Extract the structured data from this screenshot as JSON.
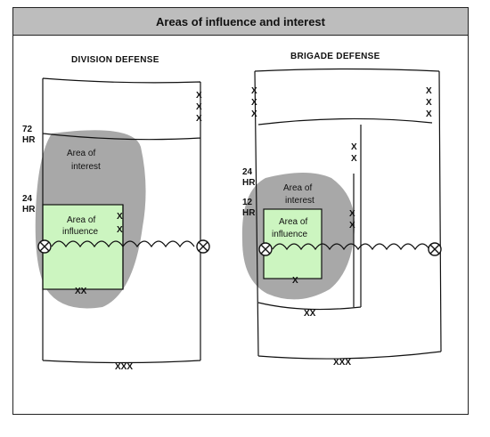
{
  "title": "Areas of influence and interest",
  "division": {
    "header": "DIVISION DEFENSE",
    "time_72": "72",
    "time_72_unit": "HR",
    "time_24": "24",
    "time_24_unit": "HR",
    "interest_line1": "Area of",
    "interest_line2": "interest",
    "influence_line1": "Area of",
    "influence_line2": "influence",
    "boundary_corps": "XXX",
    "boundary_div": "XX",
    "boundary_right": "X\nX\nX",
    "boundary_inner": "X\nX"
  },
  "brigade": {
    "header": "BRIGADE DEFENSE",
    "time_24": "24",
    "time_24_unit": "HR",
    "time_12": "12",
    "time_12_unit": "HR",
    "interest_line1": "Area of",
    "interest_line2": "interest",
    "influence_line1": "Area of",
    "influence_line2": "influence",
    "boundary_corps": "XXX",
    "boundary_div": "XX",
    "boundary_bde": "X"
  },
  "colors": {
    "interest": "#a8a8a8",
    "influence": "#ccf5c0",
    "header_bar": "#bdbdbd"
  }
}
